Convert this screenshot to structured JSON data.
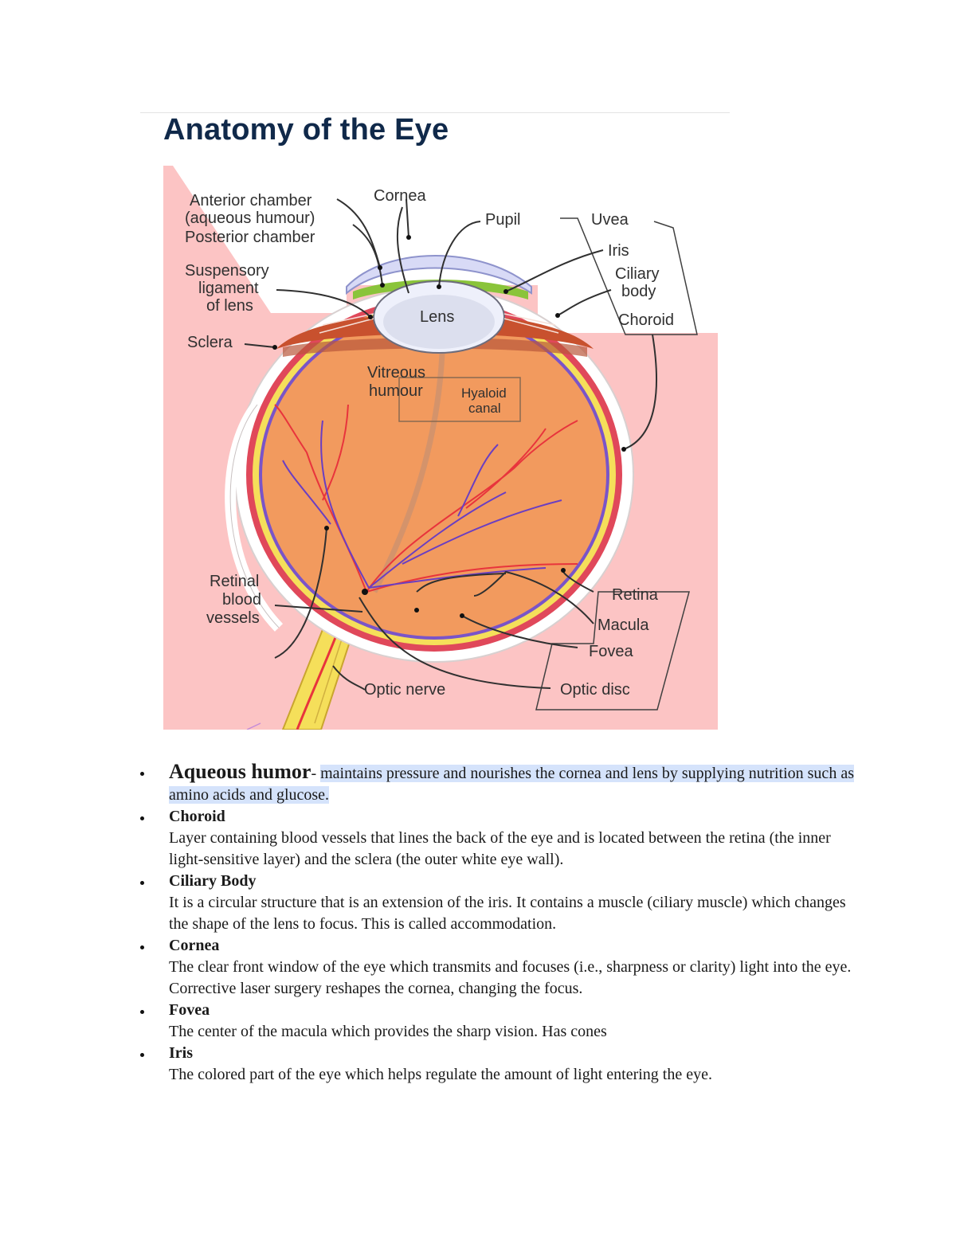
{
  "title": "Anatomy of the Eye",
  "diagram": {
    "labels": {
      "anterior_chamber": "Anterior chamber",
      "aqueous_humour": "(aqueous humour)",
      "posterior_chamber": "Posterior chamber",
      "suspensory_1": "Suspensory",
      "suspensory_2": "ligament",
      "suspensory_3": "of lens",
      "sclera": "Sclera",
      "cornea": "Cornea",
      "pupil": "Pupil",
      "uvea": "Uvea",
      "iris": "Iris",
      "ciliary_1": "Ciliary",
      "ciliary_2": "body",
      "choroid": "Choroid",
      "lens": "Lens",
      "vitreous_1": "Vitreous",
      "vitreous_2": "humour",
      "hyaloid_1": "Hyaloid",
      "hyaloid_2": "canal",
      "retinal_1": "Retinal",
      "retinal_2": "blood",
      "retinal_3": "vessels",
      "retina": "Retina",
      "macula": "Macula",
      "fovea": "Fovea",
      "optic_disc": "Optic disc",
      "optic_nerve": "Optic nerve"
    },
    "colors": {
      "background": "#fcc4c4",
      "eyeball": "#f29a5e",
      "cornea": "#d8daf6",
      "sclera": "#ffffff",
      "retina_layer": "#f5df5a",
      "vessel_red": "#e8343c",
      "vessel_purple": "#6a3ec2"
    }
  },
  "definitions": [
    {
      "term": "Aqueous humor",
      "separator": "- ",
      "desc": "maintains pressure and nourishes the cornea and lens by supplying nutrition such as amino acids and glucose."
    },
    {
      "term": "Choroid",
      "desc": "Layer containing blood vessels that lines the back of the eye and is located between the retina (the inner light-sensitive layer) and the sclera (the outer white eye wall)."
    },
    {
      "term": "Ciliary Body",
      "desc": "It is a circular structure that is an extension of the iris.  It contains a muscle (ciliary muscle) which changes the shape of the lens to focus. This is called accommodation."
    },
    {
      "term": "Cornea",
      "desc": "The clear front window of the eye which transmits and focuses (i.e., sharpness or clarity) light into the eye. Corrective laser surgery reshapes the cornea, changing the focus."
    },
    {
      "term": "Fovea",
      "desc": "The center of the macula which provides the sharp vision. Has cones"
    },
    {
      "term": "Iris",
      "desc": "The colored part of the eye which helps regulate the amount of light entering the eye."
    }
  ]
}
